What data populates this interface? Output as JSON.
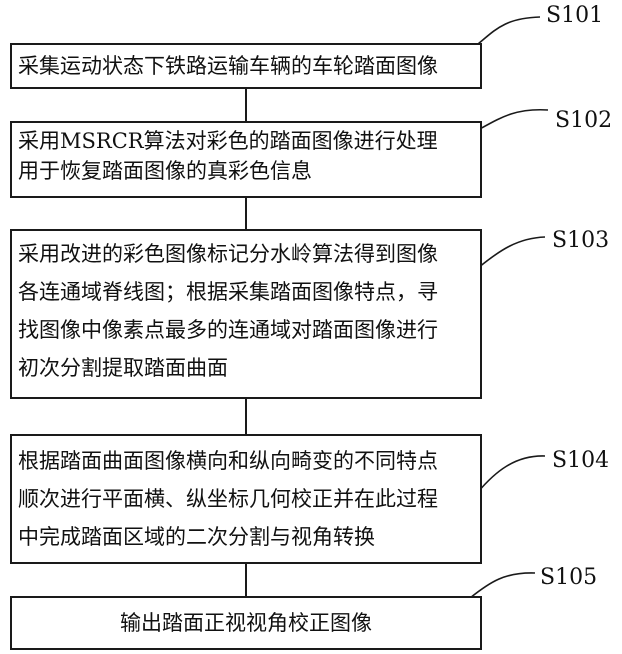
{
  "steps": [
    {
      "id": "S101",
      "lines": [
        "采集运动状态下铁路运输车辆的车轮踏面图像"
      ]
    },
    {
      "id": "S102",
      "lines": [
        "采用MSRCR算法对彩色的踏面图像进行处理",
        "用于恢复踏面图像的真彩色信息"
      ]
    },
    {
      "id": "S103",
      "lines": [
        "采用改进的彩色图像标记分水岭算法得到图像",
        "各连通域脊线图；根据采集踏面图像特点，寻",
        "找图像中像素点最多的连通域对踏面图像进行",
        "初次分割提取踏面曲面"
      ]
    },
    {
      "id": "S104",
      "lines": [
        "根据踏面曲面图像横向和纵向畸变的不同特点",
        "顺次进行平面横、纵坐标几何校正并在此过程",
        "中完成踏面区域的二次分割与视角转换"
      ]
    },
    {
      "id": "S105",
      "lines": [
        "输出踏面正视视角校正图像"
      ]
    }
  ]
}
